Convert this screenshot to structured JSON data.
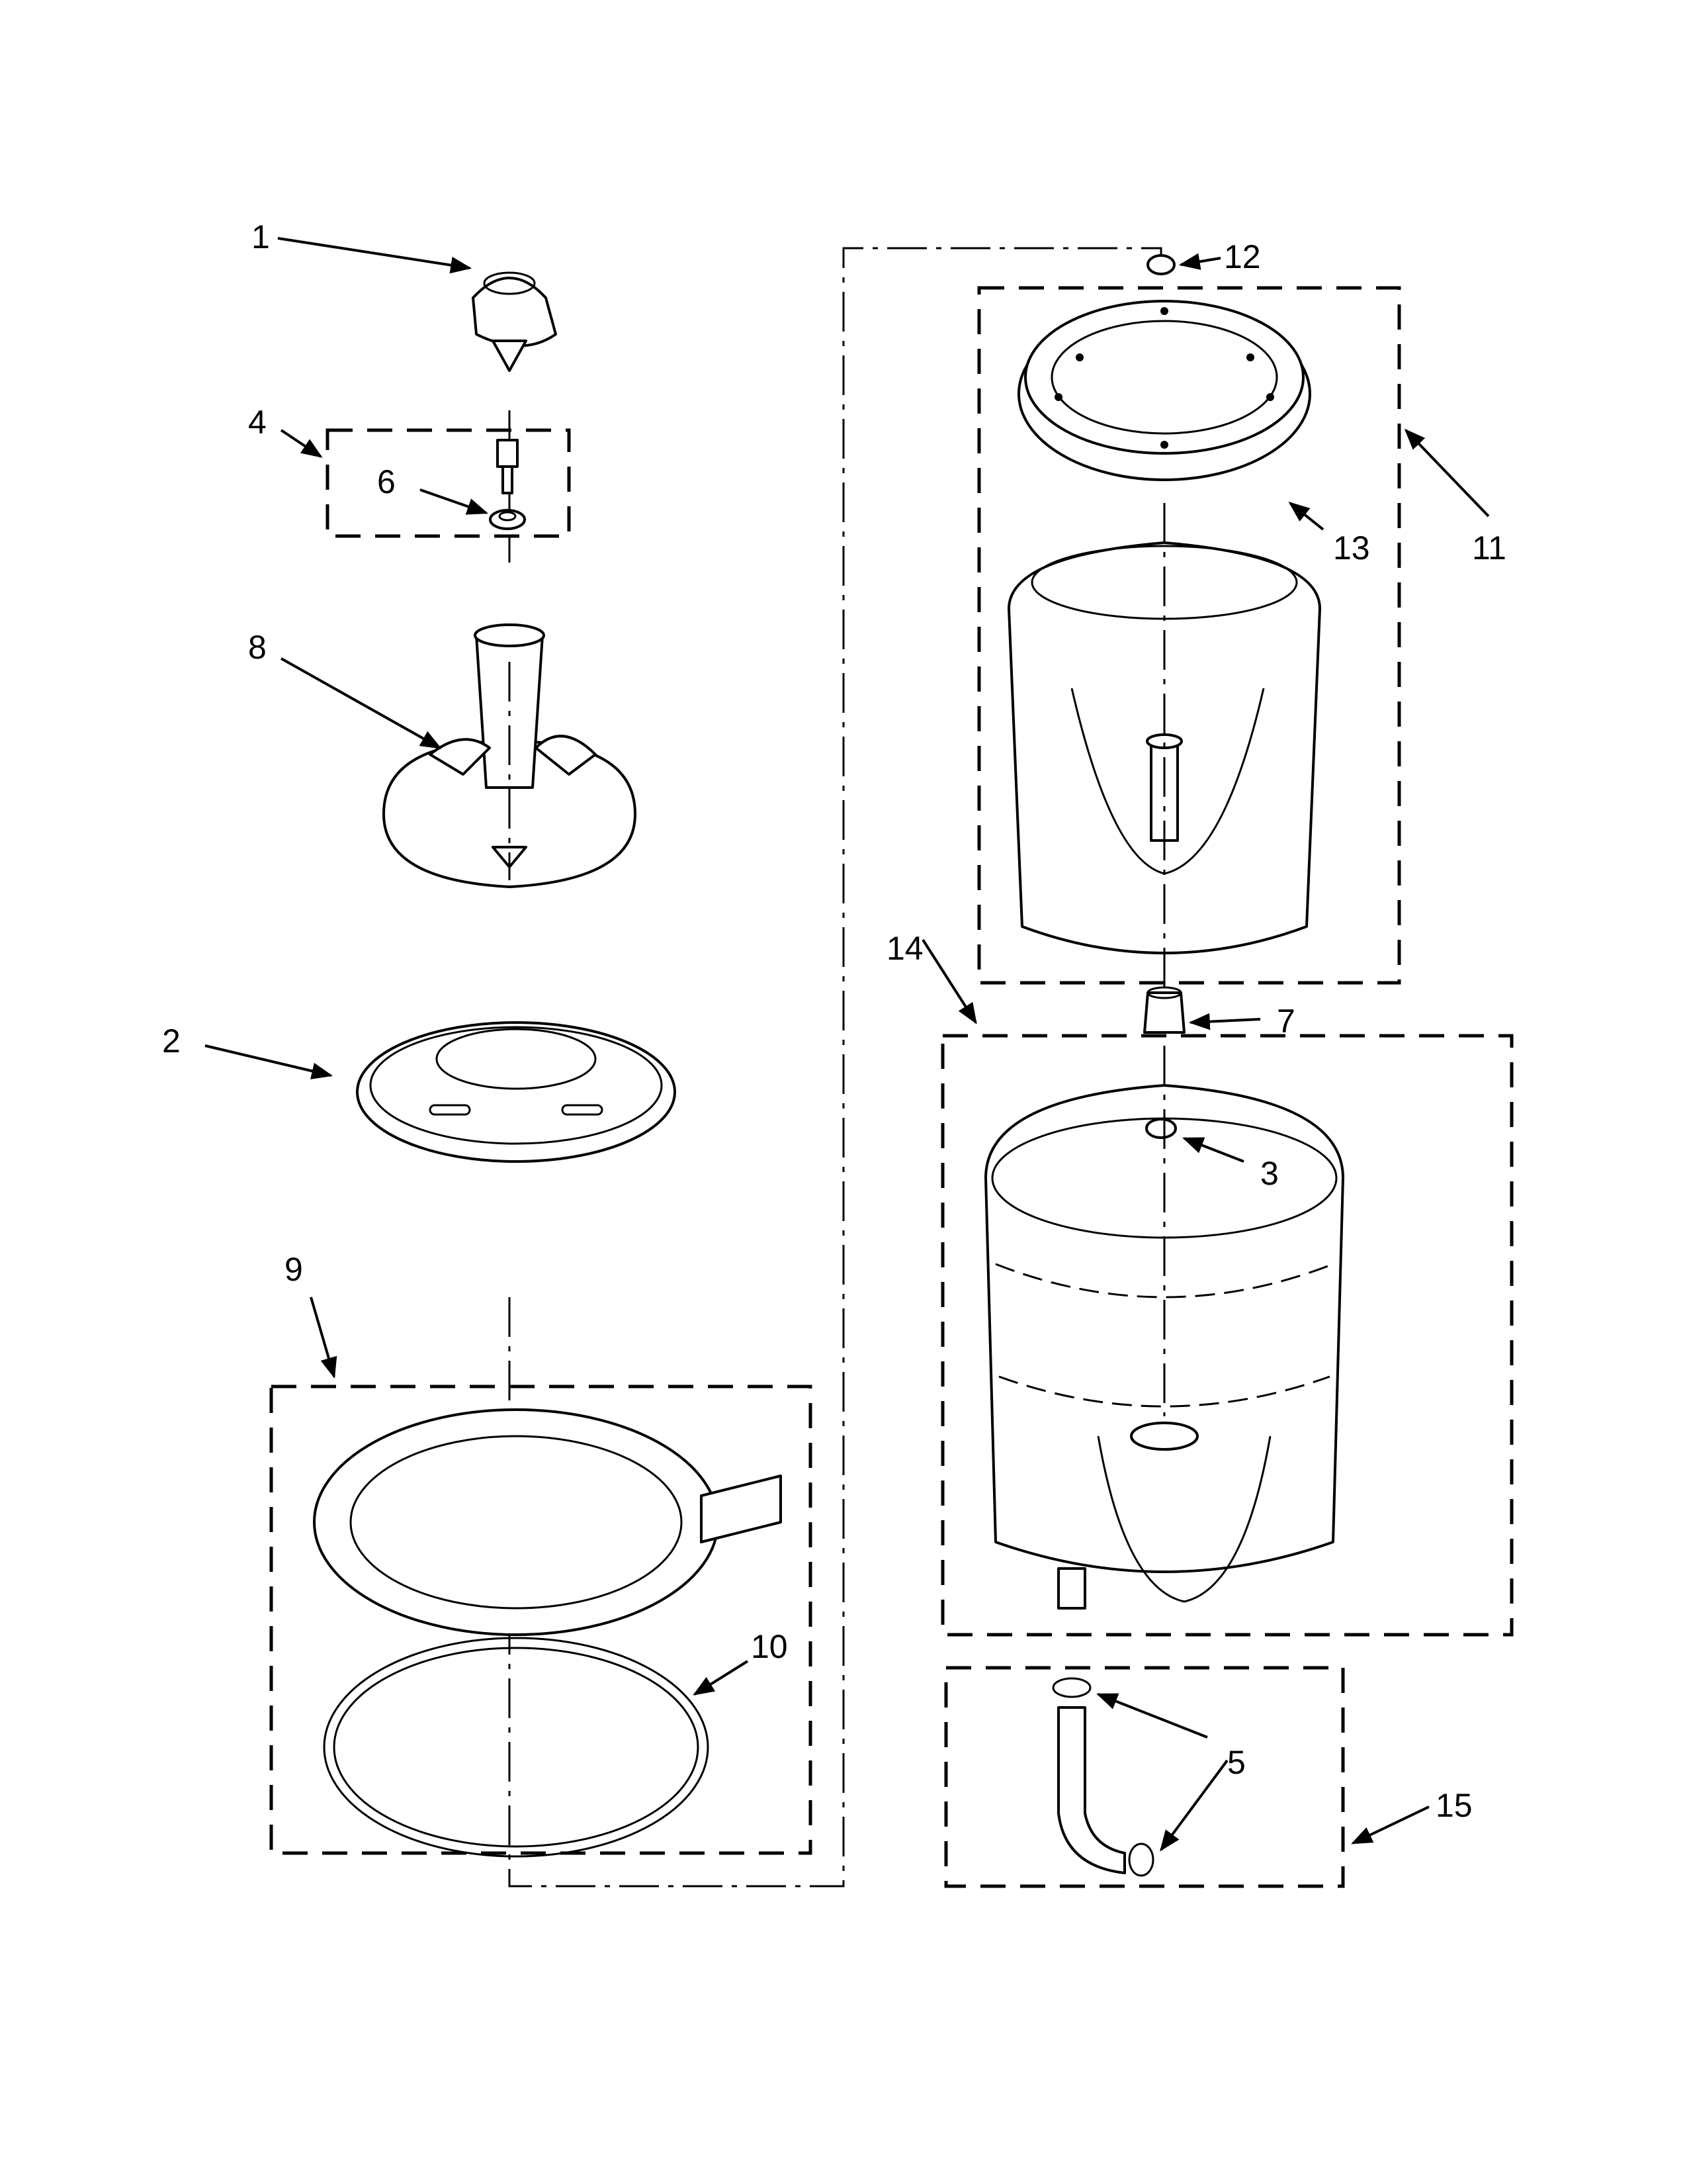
{
  "diagram": {
    "callouts": [
      {
        "id": "callout-1",
        "label": "1"
      },
      {
        "id": "callout-2",
        "label": "2"
      },
      {
        "id": "callout-3",
        "label": "3"
      },
      {
        "id": "callout-4",
        "label": "4"
      },
      {
        "id": "callout-5",
        "label": "5"
      },
      {
        "id": "callout-6",
        "label": "6"
      },
      {
        "id": "callout-7",
        "label": "7"
      },
      {
        "id": "callout-8",
        "label": "8"
      },
      {
        "id": "callout-9",
        "label": "9"
      },
      {
        "id": "callout-10",
        "label": "10"
      },
      {
        "id": "callout-11",
        "label": "11"
      },
      {
        "id": "callout-12",
        "label": "12"
      },
      {
        "id": "callout-13",
        "label": "13"
      },
      {
        "id": "callout-14",
        "label": "14"
      },
      {
        "id": "callout-15",
        "label": "15"
      }
    ]
  }
}
